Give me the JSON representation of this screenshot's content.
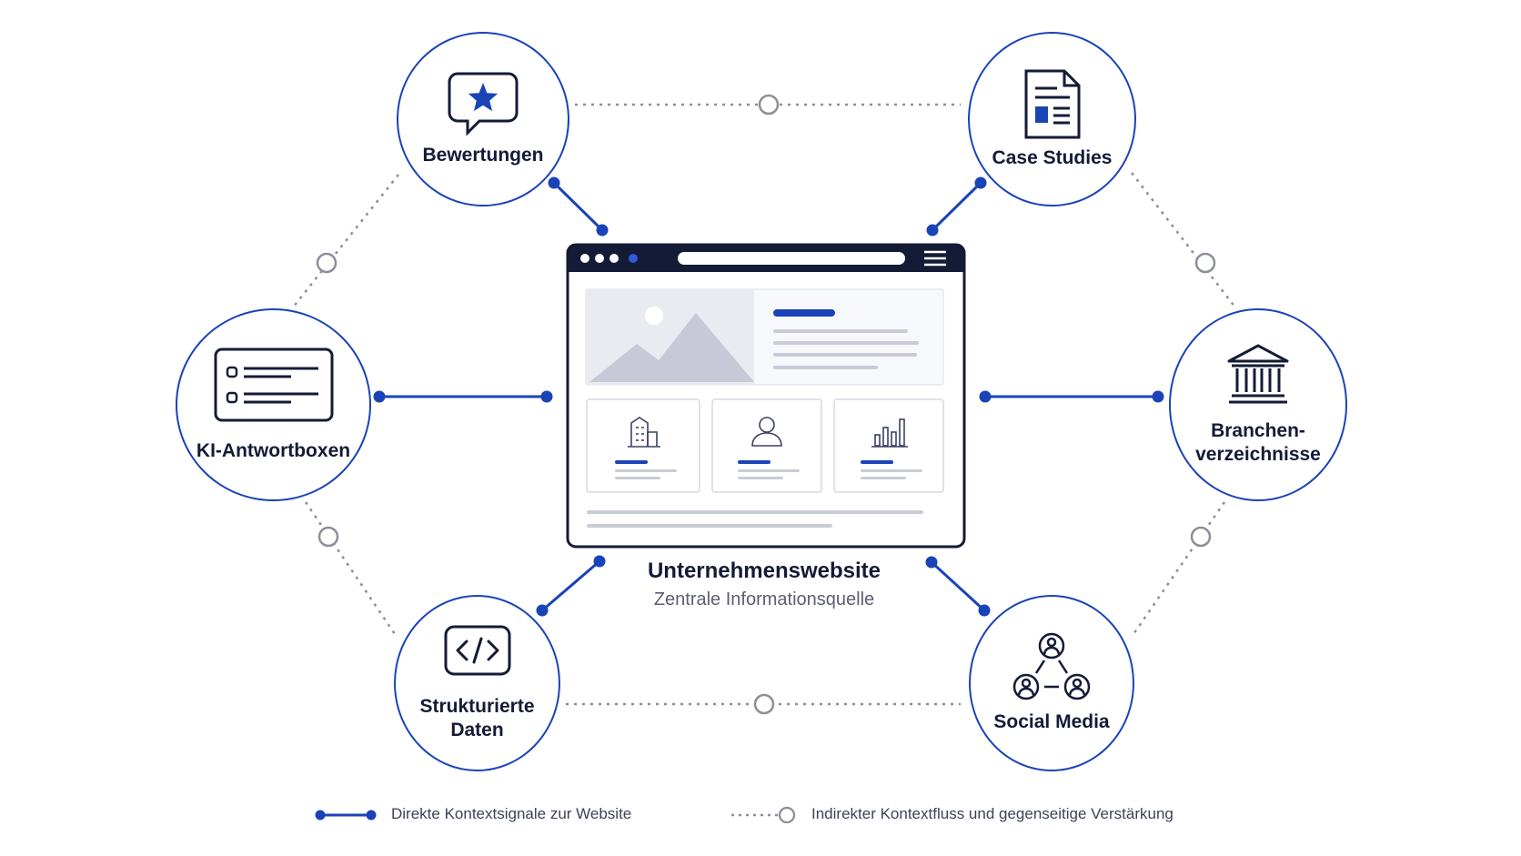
{
  "nodes": {
    "bewertungen": {
      "label": "Bewertungen",
      "icon": "star-speech-bubble-icon"
    },
    "case_studies": {
      "label": "Case Studies",
      "icon": "document-icon"
    },
    "ki_antwortboxen": {
      "label": "KI-Antwortboxen",
      "icon": "answer-box-icon"
    },
    "branchenverzeichnisse": {
      "label": "Branchen-\nverzeichnisse",
      "icon": "institution-building-icon"
    },
    "strukturierte_daten": {
      "label": "Strukturierte\nDaten",
      "icon": "code-icon"
    },
    "social_media": {
      "label": "Social Media",
      "icon": "people-network-icon"
    }
  },
  "center": {
    "title": "Unternehmenswebsite",
    "subtitle": "Zentrale Informationsquelle"
  },
  "legend": {
    "direct": "Direkte Kontextsignale zur Website",
    "indirect": "Indirekter Kontextfluss und gegenseitige Verstärkung"
  },
  "colors": {
    "accent": "#1a43b8",
    "dark": "#131b36",
    "dotted": "#8b8f99",
    "muted": "#c9ccd6"
  }
}
